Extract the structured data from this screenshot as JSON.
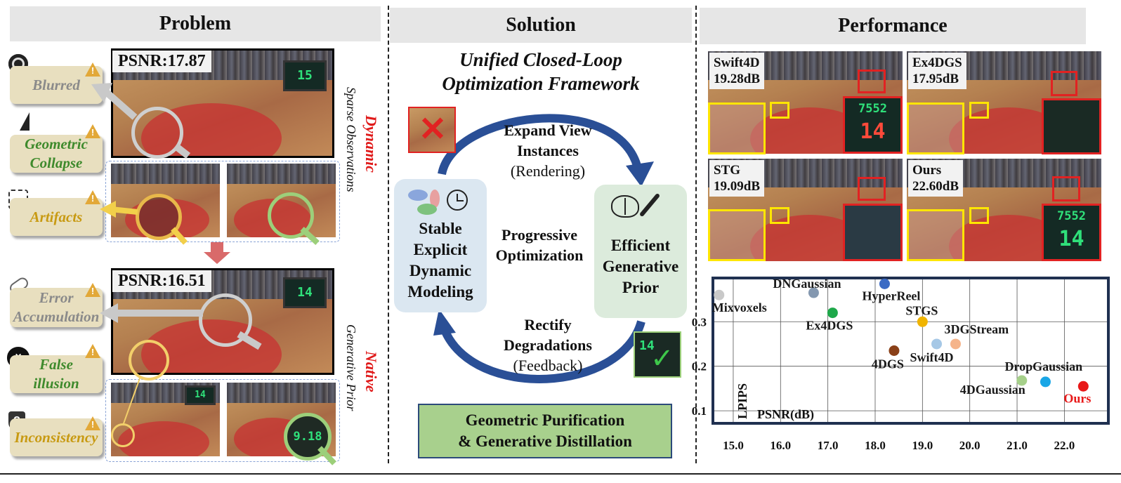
{
  "headers": {
    "problem": "Problem",
    "solution": "Solution",
    "performance": "Performance"
  },
  "problem": {
    "tags": [
      {
        "label": "Blurred",
        "color": "#8a8a8a",
        "icon": "lens-icon"
      },
      {
        "label": "Geometric Collapse",
        "color": "#3e8a2c",
        "icon": "landslide-icon"
      },
      {
        "label": "Artifacts",
        "color": "#c89a12",
        "icon": "scan-icon"
      },
      {
        "label": "Error Accumulation",
        "color": "#8a8a8a",
        "icon": "broken-link-icon"
      },
      {
        "label": "False illusion",
        "color": "#3e8a2c",
        "icon": "confused-head-icon"
      },
      {
        "label": "Inconsistency",
        "color": "#c89a12",
        "icon": "shield-question-icon"
      }
    ],
    "psnr_top": "PSNR:17.87",
    "psnr_bottom": "PSNR:16.51",
    "dynamic_label": "Dynamic",
    "sparse_label": "Sparse Observations",
    "native_label": "Native",
    "generative_label": "Generative Prior",
    "scoreboard_digits": [
      "15",
      "14",
      "14",
      "9.18"
    ]
  },
  "solution": {
    "title_line1": "Unified Closed-Loop",
    "title_line2": "Optimization Framework",
    "expand_line1": "Expand View",
    "expand_line2": "Instances",
    "expand_line3": "(Rendering)",
    "progressive_line1": "Progressive",
    "progressive_line2": "Optimization",
    "rectify_line1": "Rectify",
    "rectify_line2": "Degradations",
    "rectify_line3": "(Feedback)",
    "left_box_line1": "Stable",
    "left_box_line2": "Explicit",
    "left_box_line3": "Dynamic",
    "left_box_line4": "Modeling",
    "right_box_line1": "Efficient",
    "right_box_line2": "Generative",
    "right_box_line3": "Prior",
    "final_line1": "Geometric Purification",
    "final_line2": "& Generative Distillation",
    "scoreboard_digits": "14"
  },
  "performance": {
    "panels": [
      {
        "method": "Swift4D",
        "psnr": "19.28dB"
      },
      {
        "method": "Ex4DGS",
        "psnr": "17.95dB"
      },
      {
        "method": "STG",
        "psnr": "19.09dB"
      },
      {
        "method": "Ours",
        "psnr": "22.60dB"
      }
    ],
    "scoreboard_top": "7552",
    "scoreboard_bottom": "14"
  },
  "chart_data": {
    "type": "scatter",
    "xlabel": "PSNR(dB)",
    "ylabel": "LPIPS",
    "xlim": [
      14.6,
      22.9
    ],
    "ylim": [
      0.075,
      0.395
    ],
    "x_ticks": [
      "15.0",
      "16.0",
      "17.0",
      "18.0",
      "19.0",
      "20.0",
      "21.0",
      "22.0"
    ],
    "x_tick_values": [
      15,
      16,
      17,
      18,
      19,
      20,
      21,
      22
    ],
    "y_ticks": [
      "0.1",
      "0.2",
      "0.3"
    ],
    "y_tick_values": [
      0.1,
      0.2,
      0.3
    ],
    "grid": true,
    "points": [
      {
        "name": "Mixvoxels",
        "x": 14.7,
        "y": 0.36,
        "color": "#c9c9c9"
      },
      {
        "name": "DNGaussian",
        "x": 16.7,
        "y": 0.365,
        "color": "#8498b0"
      },
      {
        "name": "HyperReel",
        "x": 18.2,
        "y": 0.385,
        "color": "#3a6ac4"
      },
      {
        "name": "Ex4DGS",
        "x": 17.1,
        "y": 0.32,
        "color": "#1ea84a"
      },
      {
        "name": "STGS",
        "x": 19.0,
        "y": 0.3,
        "color": "#f0b400"
      },
      {
        "name": "3DGStream",
        "x": 19.7,
        "y": 0.25,
        "color": "#f5b48a"
      },
      {
        "name": "Swift4D",
        "x": 19.3,
        "y": 0.25,
        "color": "#a6c8e6"
      },
      {
        "name": "4DGS",
        "x": 18.4,
        "y": 0.235,
        "color": "#8a4018"
      },
      {
        "name": "DropGaussian",
        "x": 21.6,
        "y": 0.165,
        "color": "#19a6e6"
      },
      {
        "name": "4DGaussian",
        "x": 21.1,
        "y": 0.168,
        "color": "#a6d08a"
      },
      {
        "name": "Ours",
        "x": 22.4,
        "y": 0.155,
        "color": "#e81818"
      }
    ]
  }
}
